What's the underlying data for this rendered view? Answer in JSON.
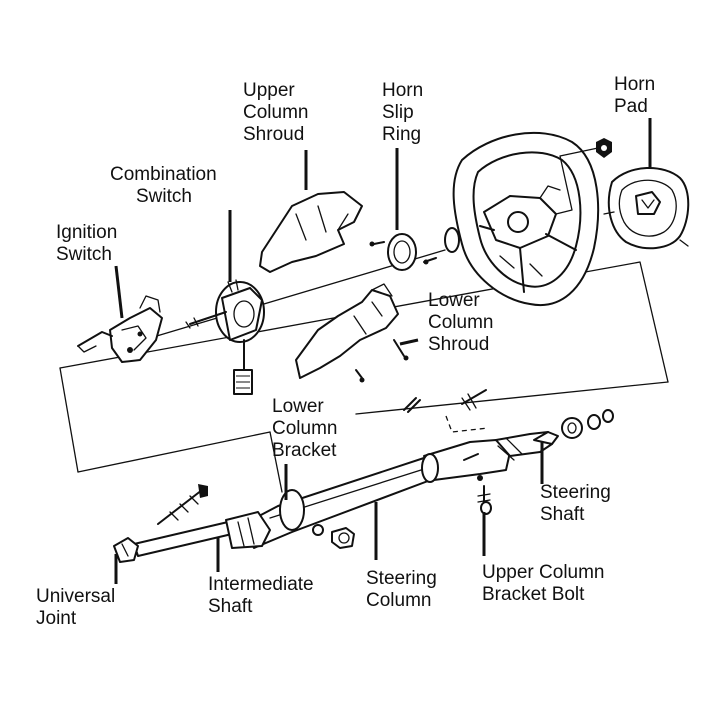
{
  "labels": {
    "upper_column_shroud": [
      "Upper",
      "Column",
      "Shroud"
    ],
    "horn_slip_ring": [
      "Horn",
      "Slip",
      "Ring"
    ],
    "horn_pad": [
      "Horn",
      "Pad"
    ],
    "combination_switch": [
      "Combination",
      "Switch"
    ],
    "ignition_switch": [
      "Ignition",
      "Switch"
    ],
    "lower_column_shroud": [
      "Lower",
      "Column",
      "Shroud"
    ],
    "lower_column_bracket": [
      "Lower",
      "Column",
      "Bracket"
    ],
    "steering_shaft": [
      "Steering",
      "Shaft"
    ],
    "universal_joint": [
      "Universal",
      "Joint"
    ],
    "intermediate_shaft": [
      "Intermediate",
      "Shaft"
    ],
    "steering_column": [
      "Steering",
      "Column"
    ],
    "upper_column_bracket_bolt": [
      "Upper Column",
      "Bracket Bolt"
    ]
  },
  "colors": {
    "ink": "#111111",
    "paper": "#ffffff"
  }
}
